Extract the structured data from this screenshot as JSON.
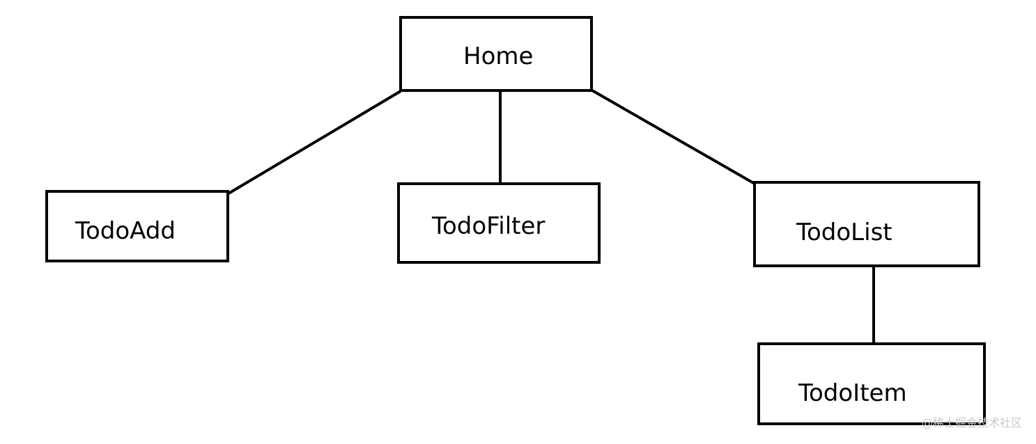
{
  "diagram": {
    "nodes": [
      {
        "id": "home",
        "label": "Home"
      },
      {
        "id": "todo-add",
        "label": "TodoAdd"
      },
      {
        "id": "todo-filter",
        "label": "TodoFilter"
      },
      {
        "id": "todo-list",
        "label": "TodoList"
      },
      {
        "id": "todo-item",
        "label": "TodoItem"
      }
    ],
    "edges": [
      {
        "from": "home",
        "to": "todo-add"
      },
      {
        "from": "home",
        "to": "todo-filter"
      },
      {
        "from": "home",
        "to": "todo-list"
      },
      {
        "from": "todo-list",
        "to": "todo-item"
      }
    ],
    "stroke_color": "#000000"
  },
  "watermark": {
    "text": "@稀土掘金技术社区"
  }
}
